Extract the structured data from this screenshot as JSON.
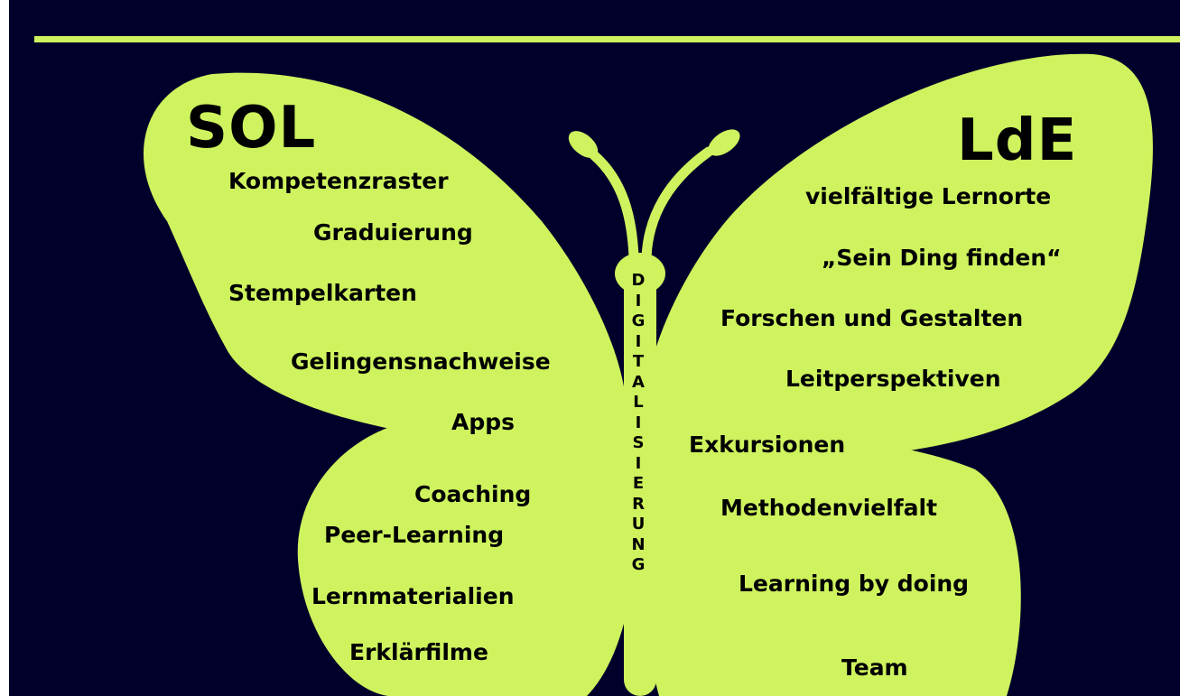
{
  "colors": {
    "background": "#00002a",
    "accent": "#cef35e",
    "text": "#000000"
  },
  "left_wing": {
    "title": "SOL",
    "terms": [
      "Kompetenzraster",
      "Graduierung",
      "Stempelkarten",
      "Gelingensnachweise",
      "Apps",
      "Coaching",
      "Peer-Learning",
      "Lernmaterialien",
      "Erklärfilme"
    ]
  },
  "right_wing": {
    "title": "LdE",
    "terms": [
      "vielfältige Lernorte",
      "„Sein Ding finden“",
      "Forschen und Gestalten",
      "Leitperspektiven",
      "Exkursionen",
      "Methodenvielfalt",
      "Learning by doing",
      "Team"
    ]
  },
  "body_text": [
    "D",
    "I",
    "G",
    "I",
    "T",
    "A",
    "L",
    "I",
    "S",
    "I",
    "E",
    "R",
    "U",
    "N",
    "G"
  ]
}
